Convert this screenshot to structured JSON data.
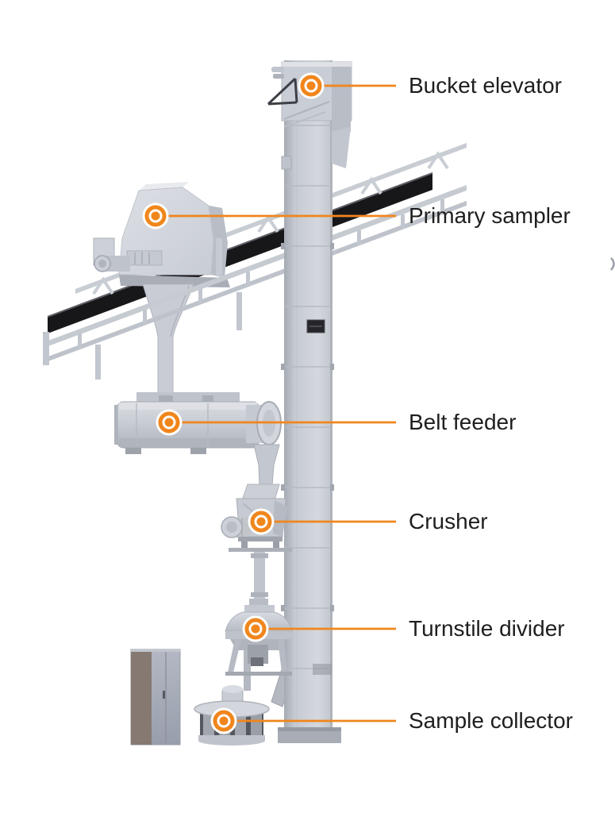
{
  "diagram": {
    "type": "labeled-equipment-diagram",
    "subject": "Sampling system with bucket elevator tower and belt conveyor",
    "background_color": "#FFFFFF",
    "accent_color": "#F0861C",
    "label_text_color": "#1E1E1E",
    "marker_style": {
      "outer_ring_color": "#F0861C",
      "ring_gap_color": "#FFFFFF",
      "inner_dot_color": "#F0861C"
    },
    "labels": [
      {
        "id": "bucket-elevator",
        "text": "Bucket elevator"
      },
      {
        "id": "primary-sampler",
        "text": "Primary sampler"
      },
      {
        "id": "belt-feeder",
        "text": "Belt feeder"
      },
      {
        "id": "crusher",
        "text": "Crusher"
      },
      {
        "id": "turnstile-divider",
        "text": "Turnstile divider"
      },
      {
        "id": "sample-collector",
        "text": "Sample collector"
      }
    ]
  }
}
